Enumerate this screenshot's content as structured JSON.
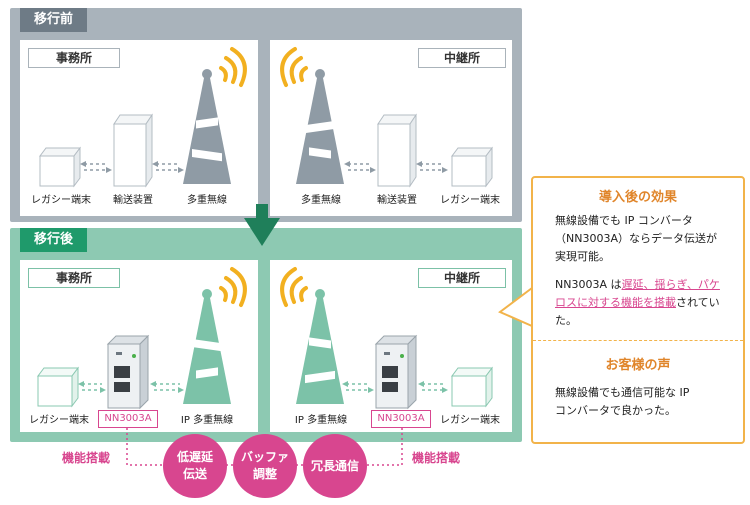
{
  "panels": {
    "before": {
      "tag": "移行前",
      "left_label": "事務所",
      "right_label": "中継所"
    },
    "after": {
      "tag": "移行後",
      "left_label": "事務所",
      "right_label": "中継所"
    }
  },
  "before_captions": {
    "legacy_left": "レガシー端末",
    "transport_left": "輸送装置",
    "radio_left": "多重無線",
    "radio_right": "多重無線",
    "transport_right": "輸送装置",
    "legacy_right": "レガシー端末"
  },
  "after_captions": {
    "legacy_left": "レガシー端末",
    "device_left": "NN3003A",
    "radio_left": "IP 多重無線",
    "radio_right": "IP 多重無線",
    "device_right": "NN3003A",
    "legacy_right": "レガシー端末"
  },
  "functions": {
    "label_left": "機能搭載",
    "label_right": "機能搭載",
    "items": [
      {
        "line1": "低遅延",
        "line2": "伝送"
      },
      {
        "line1": "バッファ",
        "line2": "調整"
      },
      {
        "line1": "冗長通信",
        "line2": ""
      }
    ]
  },
  "callout": {
    "effect_title": "導入後の効果",
    "effect_text": "無線設備でも IP コンバータ（NN3003A）ならデータ伝送が実現可能。",
    "effect2_prefix": "NN3003A は",
    "effect2_highlight": "遅延、揺らぎ、パケロスに対する機能を搭載",
    "effect2_suffix": "されていた。",
    "voice_title": "お客様の声",
    "voice_text": "無線設備でも通信可能な IP コンバータで良かった。"
  },
  "colors": {
    "before_panel": "#a9b3bb",
    "after_panel": "#8dc9b2",
    "green_accent": "#1f9a6b",
    "magenta": "#d8468f",
    "orange": "#f2b34a"
  }
}
